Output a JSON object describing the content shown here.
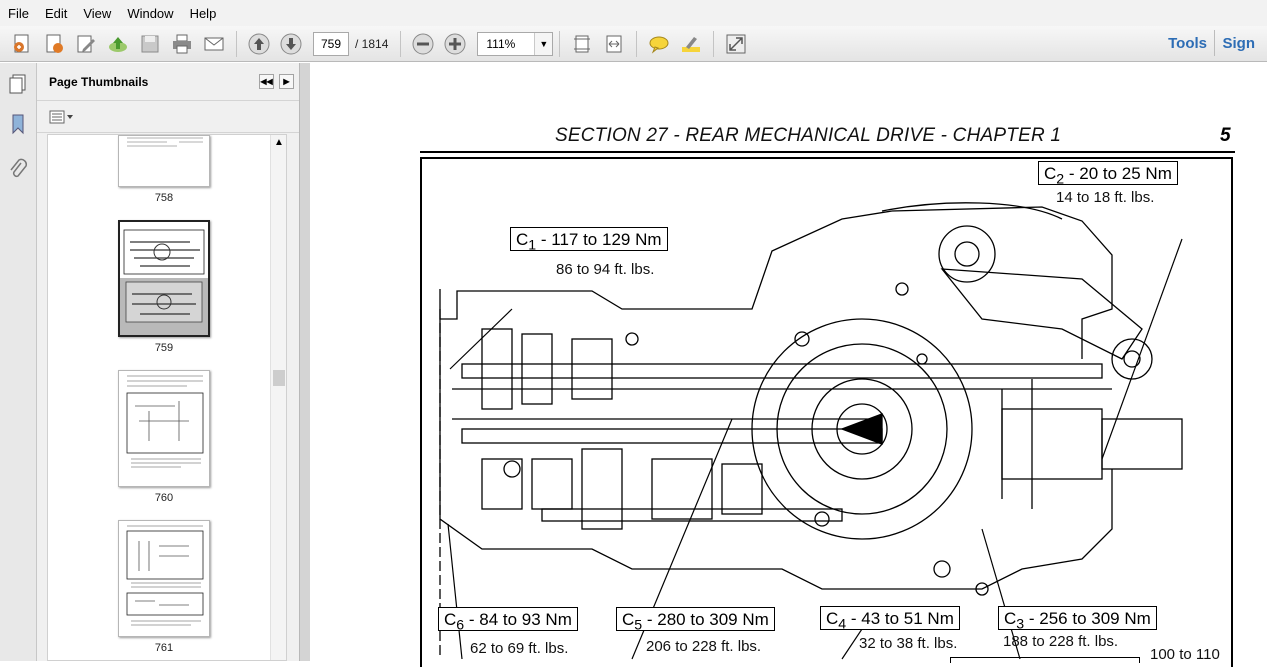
{
  "menu": [
    "File",
    "Edit",
    "View",
    "Window",
    "Help"
  ],
  "toolbar": {
    "current_page": "759",
    "total_pages": "/ 1814",
    "zoom": "111%",
    "tools_label": "Tools",
    "sign_label": "Sign"
  },
  "panel": {
    "title": "Page Thumbnails",
    "thumbs": [
      {
        "label": "758"
      },
      {
        "label": "759"
      },
      {
        "label": "760"
      },
      {
        "label": "761"
      }
    ]
  },
  "document": {
    "header": "SECTION 27 - REAR MECHANICAL DRIVE - CHAPTER 1",
    "page_number": "5",
    "callouts": {
      "c2": {
        "name": "C",
        "sub": "2",
        "value": " - 20 to 25 Nm",
        "note": "14 to 18 ft. lbs."
      },
      "c1": {
        "name": "C",
        "sub": "1",
        "value": " - 117 to 129 Nm",
        "note": "86 to 94 ft. lbs."
      },
      "c6": {
        "name": "C",
        "sub": "6",
        "value": " - 84 to 93 Nm",
        "note": "62 to 69 ft. lbs."
      },
      "c5": {
        "name": "C",
        "sub": "5",
        "value": " - 280 to 309 Nm",
        "note": "206 to 228 ft. lbs."
      },
      "c4": {
        "name": "C",
        "sub": "4",
        "value": " - 43 to 51 Nm",
        "note": "32 to 38 ft. lbs."
      },
      "c3": {
        "name": "C",
        "sub": "3",
        "value": " - 256 to 309 Nm",
        "note": "188 to 228 ft. lbs."
      }
    },
    "cut_note": "100 to 110"
  },
  "icons": [
    "create-pdf-icon",
    "edit-icon",
    "upload-icon",
    "save-icon",
    "print-icon",
    "email-icon",
    "prev-page-icon",
    "next-page-icon",
    "zoom-out-icon",
    "zoom-in-icon",
    "fit-page-icon",
    "fit-width-icon",
    "comment-icon",
    "highlight-icon",
    "fullscreen-icon",
    "pages-icon",
    "bookmark-icon",
    "attachment-icon"
  ]
}
